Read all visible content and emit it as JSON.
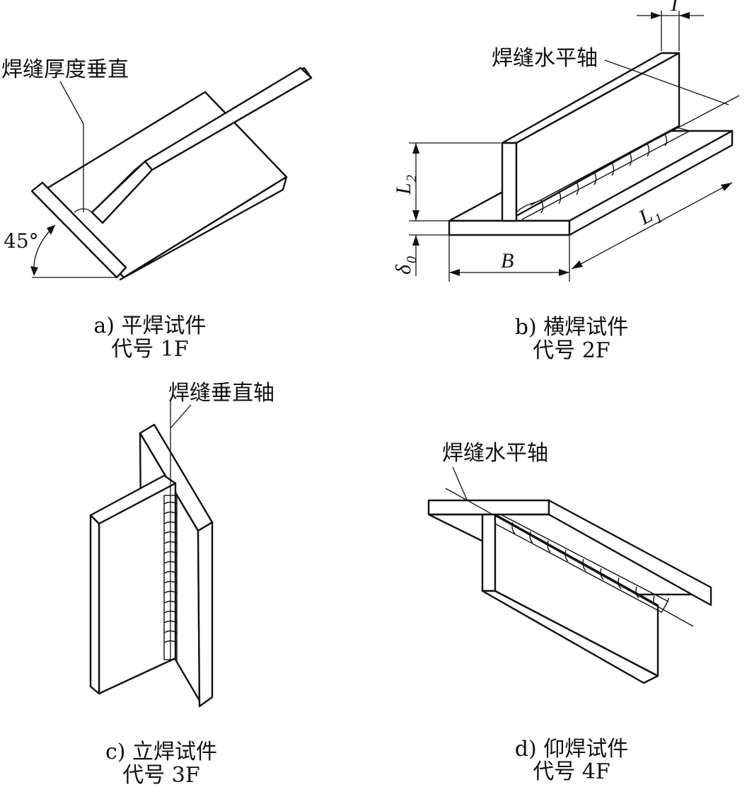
{
  "panels": {
    "a": {
      "caption": "a) 平焊试件",
      "code": "代号 1F",
      "label": "焊缝厚度垂直",
      "angle": "45°"
    },
    "b": {
      "caption": "b) 横焊试件",
      "code": "代号 2F",
      "label": "焊缝水平轴",
      "dims": {
        "T": "T",
        "L2": "L",
        "L2_sub": "2",
        "L1": "L",
        "L1_sub": "1",
        "B": "B",
        "delta0": "δ",
        "delta0_sub": "0"
      }
    },
    "c": {
      "caption": "c) 立焊试件",
      "code": "代号 3F",
      "label": "焊缝垂直轴"
    },
    "d": {
      "caption": "d) 仰焊试件",
      "code": "代号 4F",
      "label": "焊缝水平轴"
    }
  }
}
